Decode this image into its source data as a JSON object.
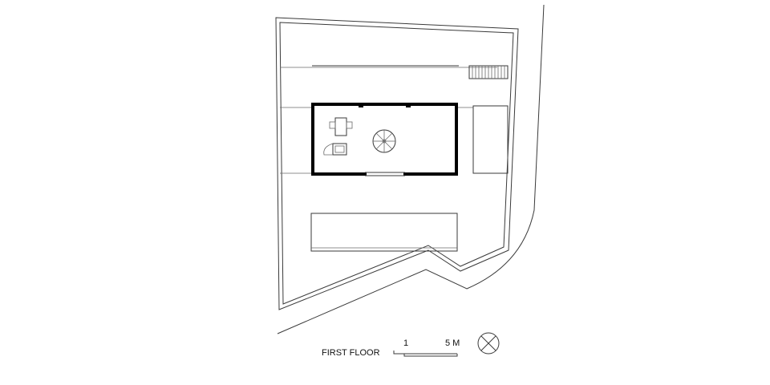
{
  "drawing": {
    "title": "FIRST FLOOR",
    "scale_bar": {
      "label_start": "1",
      "label_end": "5 M"
    },
    "north_arrow": "north-arrow-icon",
    "line_color": "#3a3a3a",
    "wall_color": "#000000",
    "background_color": "#ffffff"
  }
}
